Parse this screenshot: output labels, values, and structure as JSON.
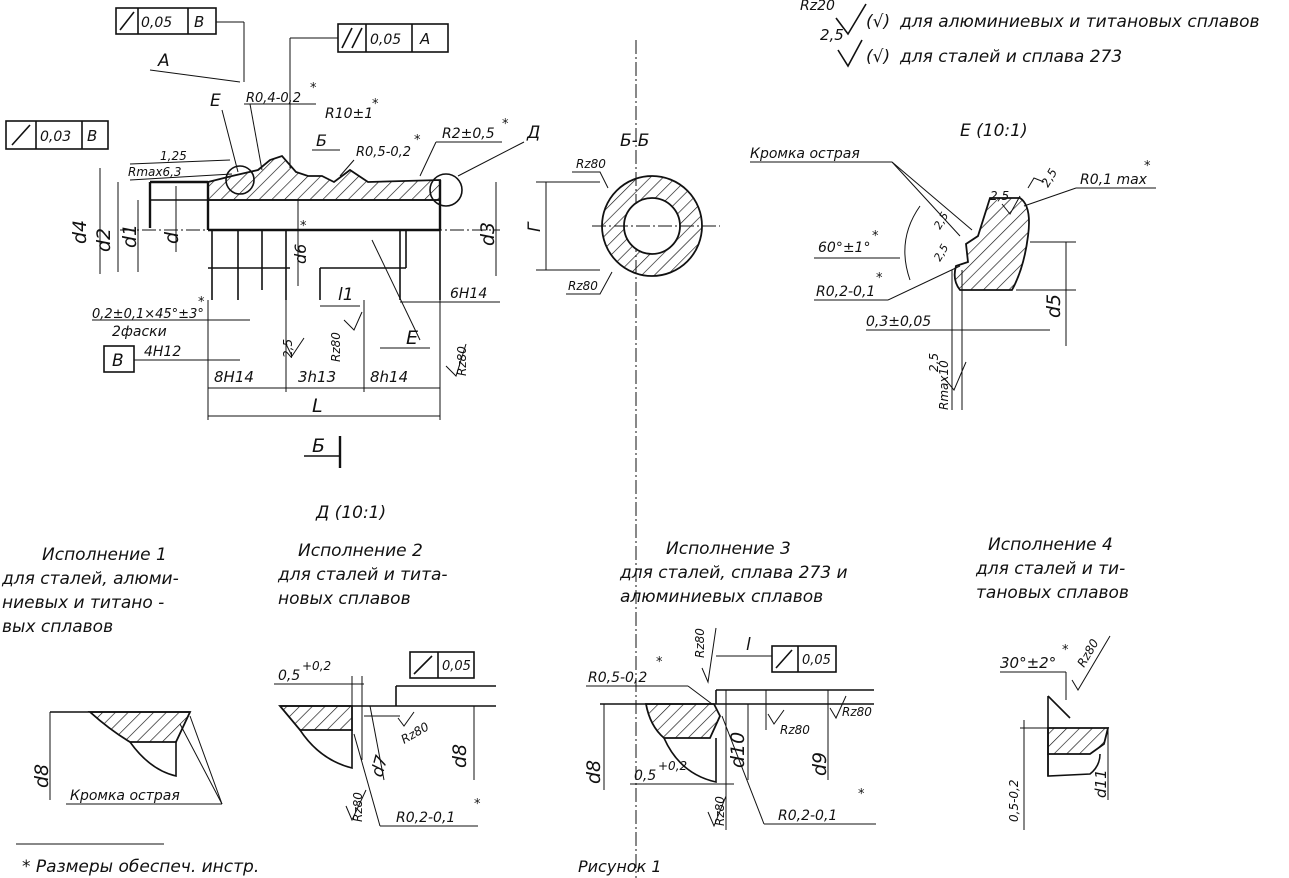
{
  "surface_notes": {
    "rz20": "Rz20",
    "check1": "(√)",
    "note1": "для алюминиевых и титановых сплавов",
    "val25": "2,5",
    "check2": "(√)",
    "note2": "для сталей и сплава 273"
  },
  "main_view": {
    "tol_box_1": {
      "value": "0,05",
      "datum": "В"
    },
    "tol_box_2": {
      "value": "0,05",
      "datum": "А"
    },
    "tol_box_3": {
      "value": "0,03",
      "datum": "В"
    },
    "label_A": "А",
    "label_E": "Е",
    "r04": "R0,4-0,2",
    "r10": "R10±1",
    "label_B1": "Б",
    "r05": "R0,5-0,2",
    "r2": "R2±0,5",
    "label_D": "Д",
    "v125": "1,25",
    "rmax63": "Rmax6,3",
    "d4": "d4",
    "d2": "d2",
    "d1": "d1",
    "d": "d",
    "d6": "d6",
    "d3": "d3",
    "l1": "l1",
    "h6": "6H14",
    "chamfer": "0,2±0,1×45°±3°",
    "chamfer_note": "2фаски",
    "datum_B": "В",
    "h4": "4H12",
    "v25": "2,5",
    "rz80a": "Rz80",
    "label_E2": "Е",
    "rz80b": "Rz80",
    "h8": "8H14",
    "h3": "3h13",
    "h8b": "8h14",
    "L": "L",
    "section_B": "Б"
  },
  "section_view": {
    "title": "Б-Б",
    "rz80_top": "Rz80",
    "label_G": "Г",
    "rz80_bottom": "Rz80"
  },
  "detail_E": {
    "title": "Е (10:1)",
    "edge_note": "Кромка острая",
    "v25a": "2,5",
    "v25b": "2,5",
    "r01": "R0,1 max",
    "v25c": "2,5",
    "v25d": "2,5",
    "angle": "60°±1°",
    "r02": "R0,2-0,1",
    "dim03": "0,3±0,05",
    "d5": "d5",
    "v25e": "2,5",
    "rmax10": "Rmax10"
  },
  "detail_D_title": "Д (10:1)",
  "variants": [
    {
      "title": "Исполнение 1",
      "lines": [
        "для сталей, алюми-",
        "ниевых и титано -",
        "вых сплавов"
      ]
    },
    {
      "title": "Исполнение 2",
      "lines": [
        "для сталей и тита-",
        "новых сплавов"
      ]
    },
    {
      "title": "Исполнение 3",
      "lines": [
        "для сталей, сплава 273 и",
        "алюминиевых сплавов"
      ]
    },
    {
      "title": "Исполнение 4",
      "lines": [
        "для сталей и ти-",
        "тановых сплавов"
      ]
    }
  ],
  "variant1": {
    "d8": "d8",
    "edge": "Кромка острая"
  },
  "variant2": {
    "dim05": "0,5",
    "dim05_tol": "+0,2",
    "tol": "0,05",
    "rz80a": "Rz80",
    "d7": "d7",
    "d8": "d8",
    "rz80b": "Rz80",
    "r02": "R0,2-0,1"
  },
  "variant3": {
    "rz80a": "Rz80",
    "l": "l",
    "tol": "0,05",
    "r05": "R0,5-0,2",
    "rz80b": "Rz80",
    "rz80c": "Rz80",
    "d8": "d8",
    "d10": "d10",
    "d9": "d9",
    "dim05": "0,5",
    "dim05_tol": "+0,2",
    "rz80d": "Rz80",
    "r02": "R0,2-0,1"
  },
  "variant4": {
    "angle": "30°±2°",
    "rz80": "Rz80",
    "dim05": "0,5-0,2",
    "d11": "d11"
  },
  "star": "*",
  "footnote": "* Размеры обеспеч. инстр.",
  "figure_caption": "Рисунок 1"
}
